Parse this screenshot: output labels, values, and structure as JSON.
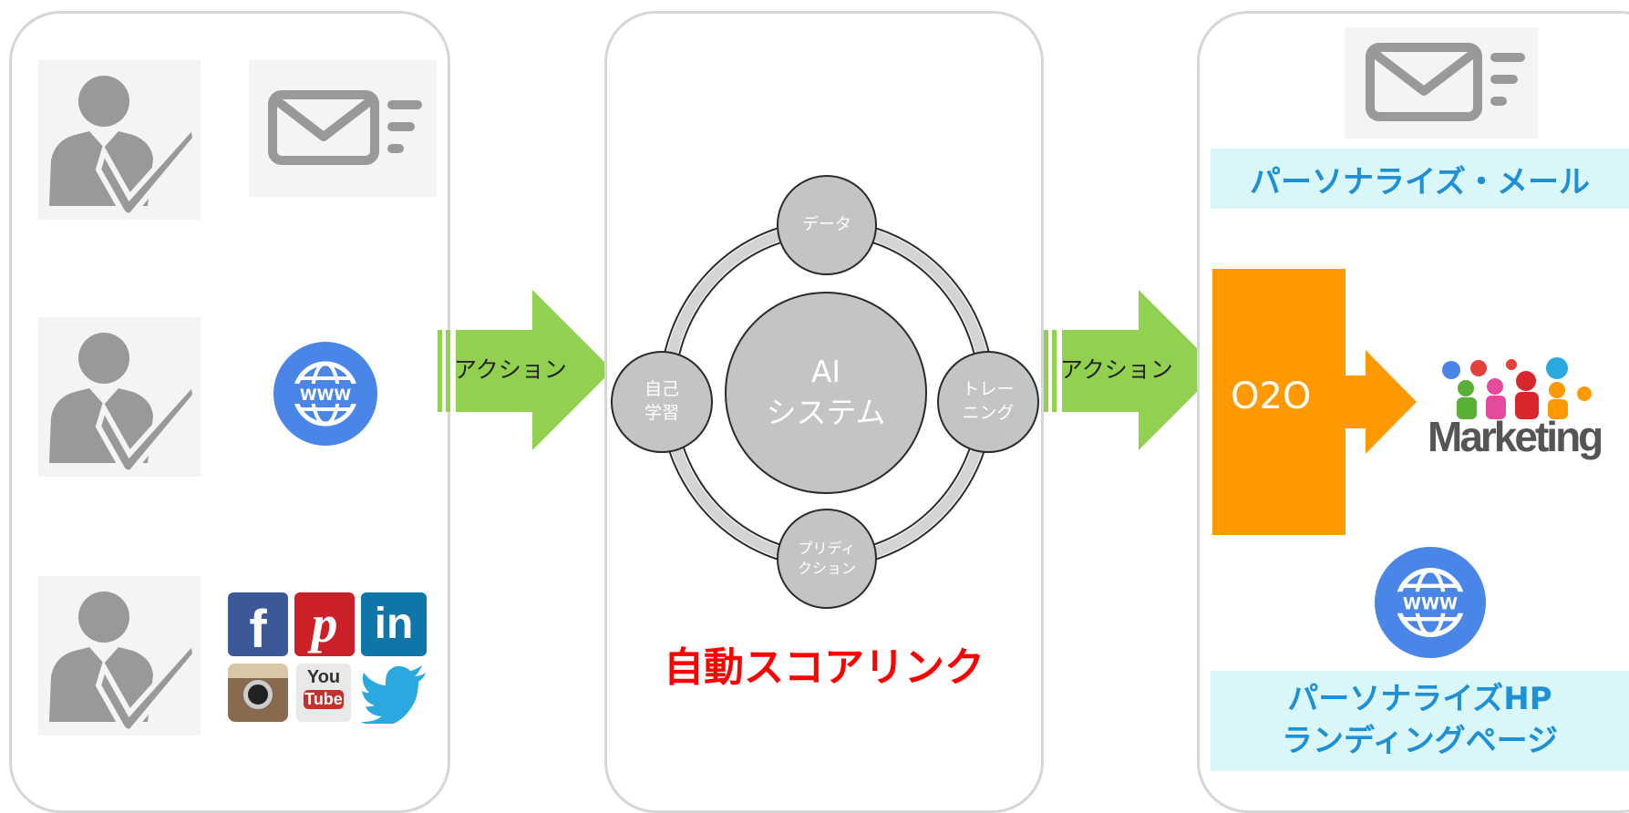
{
  "colors": {
    "panel_border": "#d6d6d6",
    "green_arrow": "#92d050",
    "orange": "#ff9900",
    "title_red": "#ff0000",
    "cyan_text": "#1f8fd6",
    "cyan_bg": "#d9f7f9",
    "node_gray": "#c4c4c4",
    "icon_gray": "#999999",
    "www_blue": "#4a86e8"
  },
  "left_panel": {
    "rows": [
      {
        "person_icon": "person-check-icon",
        "channel_icon": "mail-icon"
      },
      {
        "person_icon": "person-check-icon",
        "channel_icon": "www-globe-icon"
      },
      {
        "person_icon": "person-check-icon",
        "channel_icon": "social-media-icons"
      }
    ],
    "social": {
      "facebook": "f",
      "pinterest": "p",
      "linkedin": "in",
      "youtube_top": "You",
      "youtube_bottom": "Tube"
    }
  },
  "arrow1": {
    "label": "アクション"
  },
  "arrow2": {
    "label": "アクション"
  },
  "middle_panel": {
    "center": {
      "line1": "AI",
      "line2": "システム"
    },
    "nodes": {
      "top": "データ",
      "left": "自己\n学習",
      "right": "トレー\nニング",
      "bottom": "プリディ\nクション"
    },
    "title": "自動スコアリンク"
  },
  "right_panel": {
    "mail_label": "パーソナライズ・メール",
    "o2o_label": "O2O",
    "marketing_label": "Marketing",
    "hp_label_line1": "パーソナライズHP",
    "hp_label_line2": "ランディングページ"
  }
}
